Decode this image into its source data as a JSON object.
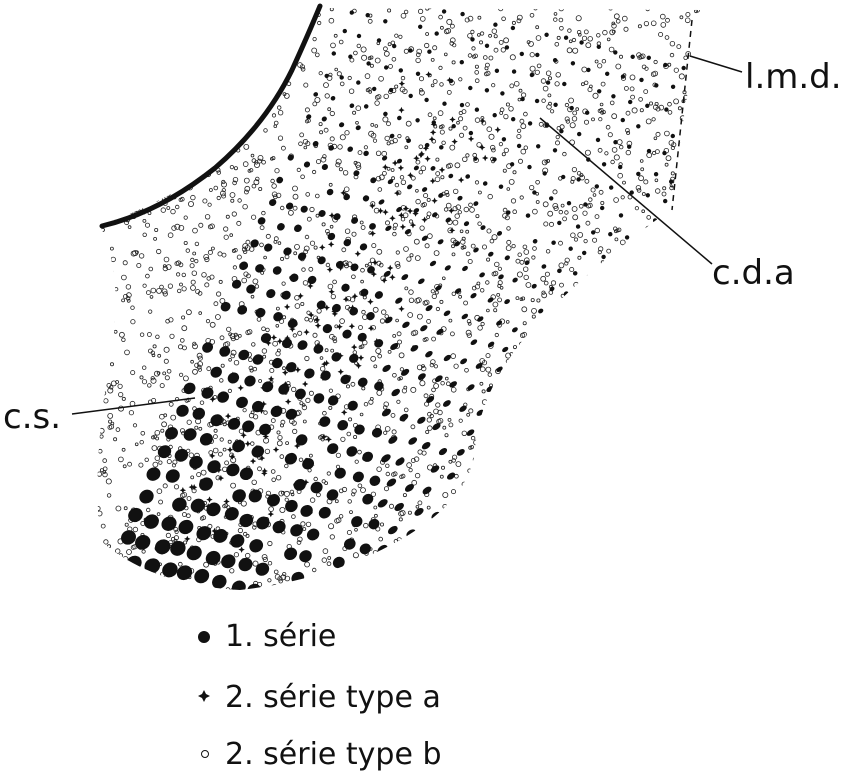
{
  "labels": {
    "lmd": "l.m.d.",
    "cda": "c.d.a",
    "cs": "c.s."
  },
  "legend": [
    {
      "symbol": "filled-dot",
      "text": "1. série"
    },
    {
      "symbol": "star-cross",
      "text": "2. série type a"
    },
    {
      "symbol": "open-circle",
      "text": "2. série type b"
    }
  ],
  "colors": {
    "ink": "#111111",
    "background": "#ffffff"
  }
}
